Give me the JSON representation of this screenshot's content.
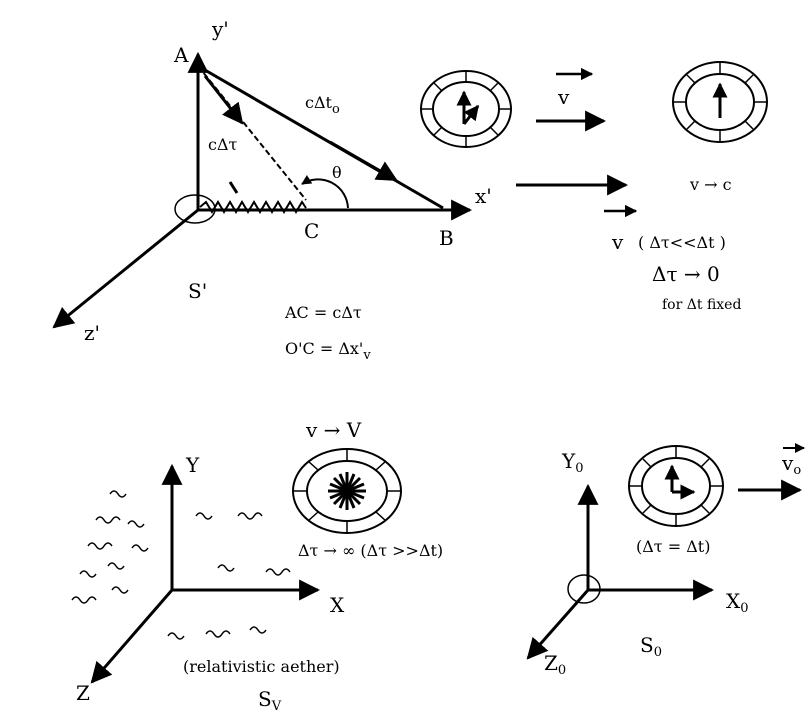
{
  "top": {
    "point_a": "A",
    "axis_y_prime": "y'",
    "axis_x_prime": "x'",
    "axis_z_prime": "z'",
    "frame": "S'",
    "point_b": "B",
    "point_c": "C",
    "hyp_label_main": "cΔt",
    "hyp_label_sub": "o",
    "ac_label": "cΔτ",
    "angle_label": "θ",
    "eq1": "AC = cΔτ",
    "eq2_main": "O'C = Δx'",
    "eq2_sub": "v"
  },
  "right_top": {
    "v_label_1": "v",
    "v_limit_c": "v → c",
    "v_label_2": "v",
    "dt_relation": "( Δτ<<Δt )",
    "dt_limit": "Δτ → 0",
    "dt_note": "for Δt fixed"
  },
  "bottom_left": {
    "axis_y": "Y",
    "axis_x": "X",
    "axis_z": "Z",
    "v_limit_V": "v → V",
    "dt_limit_inf": "Δτ → ∞ (Δτ >>Δt)",
    "aether_note": "(relativistic aether)",
    "frame_main": "S",
    "frame_sub": "V"
  },
  "bottom_right": {
    "axis_y_main": "Y",
    "axis_y_sub": "0",
    "axis_x_main": "X",
    "axis_x_sub": "0",
    "axis_z_main": "Z",
    "axis_z_sub": "0",
    "frame_main": "S",
    "frame_sub": "0",
    "dt_equal": "(Δτ = Δt)",
    "v0_main": "v",
    "v0_sub": "o"
  }
}
